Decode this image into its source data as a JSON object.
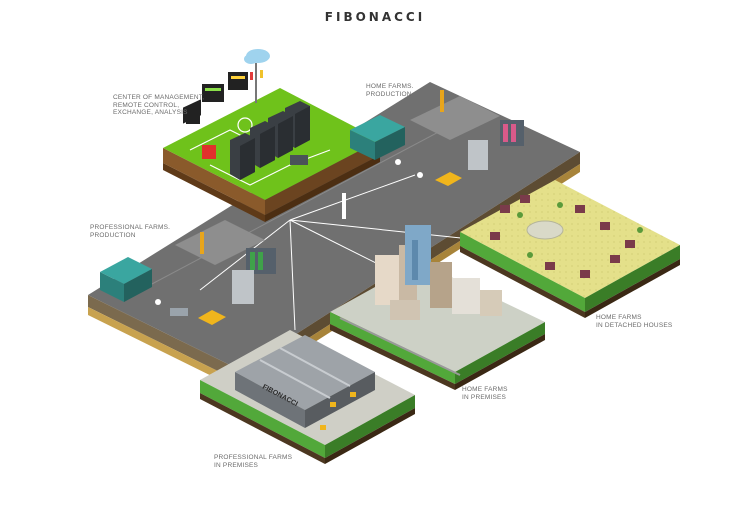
{
  "title": "FIBONACCI",
  "labels": {
    "center": [
      "CENTER OF MANAGEMENT,",
      "REMOTE CONTROL,",
      "EXCHANGE, ANALYSIS"
    ],
    "home_production": [
      "HOME FARMS.",
      "PRODUCTION"
    ],
    "professional_production": [
      "PROFESSIONAL FARMS.",
      "PRODUCTION"
    ],
    "home_detached": [
      "HOME FARMS",
      "IN DETACHED HOUSES"
    ],
    "home_premises": [
      "HOME FARMS",
      "IN PREMISES"
    ],
    "professional_premises": [
      "PROFESSIONAL FARMS",
      "IN PREMISES"
    ]
  },
  "building_sign": "FIBONACCI",
  "colors": {
    "platform_gray": "#6e6e6e",
    "platform_dark": "#4d4d4d",
    "earth": "#8a5a2b",
    "earth_dark": "#6b4420",
    "green": "#6fc21b",
    "green_dark": "#4a8e12",
    "server": "#3a3f44",
    "teal_building": "#3aa6a0",
    "yellow_robot": "#e8a51c",
    "house_roof": "#7a3b4a"
  }
}
